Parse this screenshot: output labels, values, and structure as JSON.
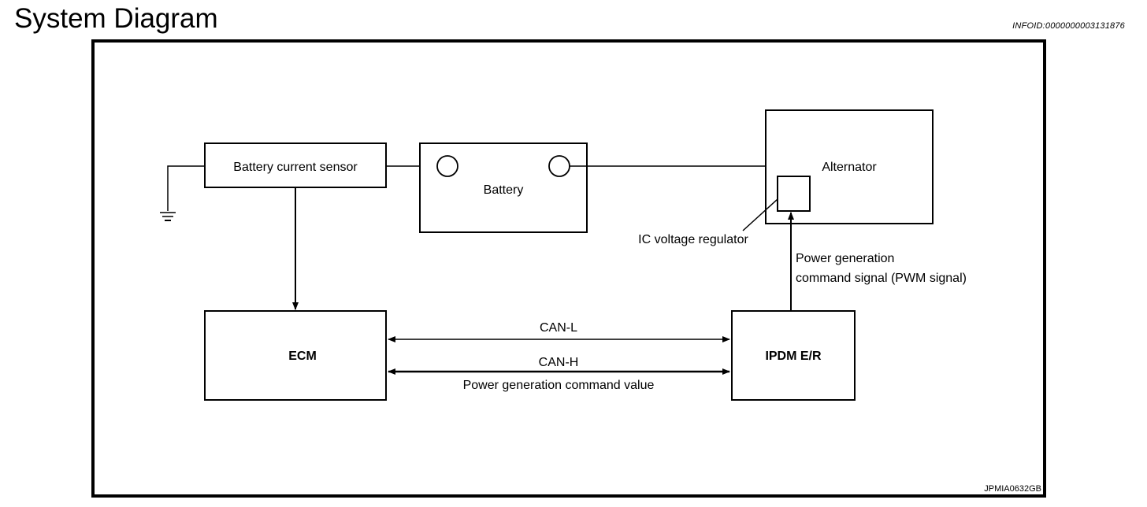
{
  "header": {
    "title": "System Diagram",
    "info_id": "INFOID:0000000003131876"
  },
  "diagram": {
    "figure_id": "JPMIA0632GB",
    "components": {
      "battery_current_sensor": "Battery current sensor",
      "battery": "Battery",
      "alternator": "Alternator",
      "ic_voltage_regulator": "IC voltage regulator",
      "ecm": "ECM",
      "ipdm": "IPDM E/R"
    },
    "signals": {
      "can_l": "CAN-L",
      "can_h": "CAN-H",
      "power_generation_command_value": "Power generation command value",
      "pwm_line1": "Power generation",
      "pwm_line2": "command signal (PWM signal)"
    }
  }
}
